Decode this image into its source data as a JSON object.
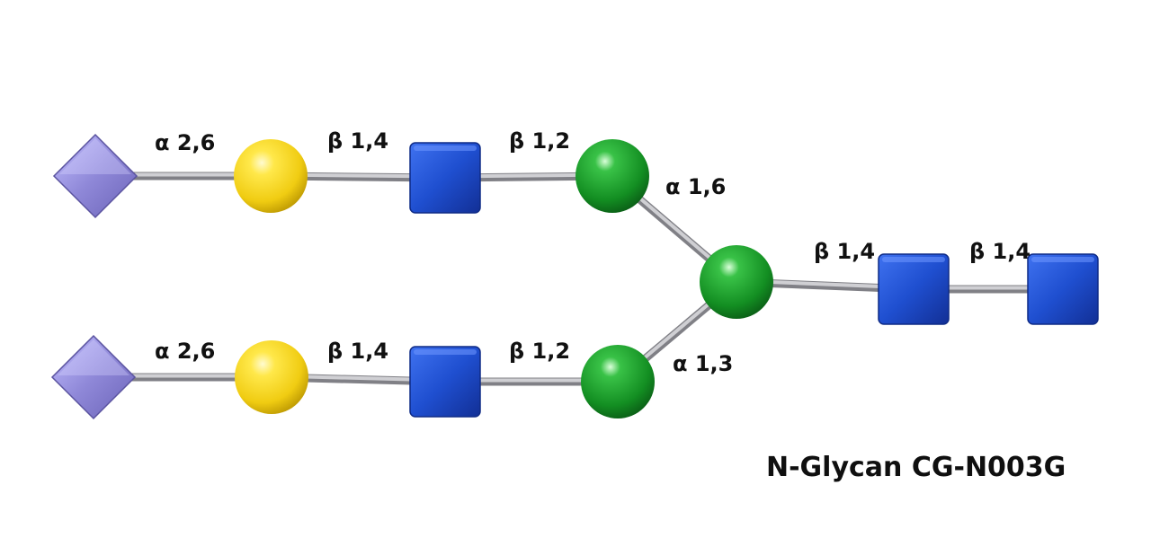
{
  "caption": "N-Glycan CG-N003G",
  "colors": {
    "sialic_acid": "#8f88d8",
    "galactose": "#f2d21e",
    "glcnac": "#1f4fd0",
    "mannose": "#1a9a2a",
    "bond": "#b4b4b8",
    "text": "#111111"
  },
  "residues": [
    {
      "type": "sialic-acid",
      "shape": "diamond",
      "branch": "upper"
    },
    {
      "type": "galactose",
      "shape": "circle",
      "branch": "upper"
    },
    {
      "type": "glcnac",
      "shape": "square",
      "branch": "upper"
    },
    {
      "type": "mannose",
      "shape": "circle",
      "branch": "upper"
    },
    {
      "type": "sialic-acid",
      "shape": "diamond",
      "branch": "lower"
    },
    {
      "type": "galactose",
      "shape": "circle",
      "branch": "lower"
    },
    {
      "type": "glcnac",
      "shape": "square",
      "branch": "lower"
    },
    {
      "type": "mannose",
      "shape": "circle",
      "branch": "lower"
    },
    {
      "type": "mannose",
      "shape": "circle",
      "branch": "core"
    },
    {
      "type": "glcnac",
      "shape": "square",
      "branch": "core"
    },
    {
      "type": "glcnac",
      "shape": "square",
      "branch": "core"
    }
  ],
  "links": [
    {
      "from": 0,
      "to": 1,
      "label": "α 2,6"
    },
    {
      "from": 1,
      "to": 2,
      "label": "β 1,4"
    },
    {
      "from": 2,
      "to": 3,
      "label": "β 1,2"
    },
    {
      "from": 3,
      "to": 8,
      "label": "α 1,6"
    },
    {
      "from": 4,
      "to": 5,
      "label": "α 2,6"
    },
    {
      "from": 5,
      "to": 6,
      "label": "β 1,4"
    },
    {
      "from": 6,
      "to": 7,
      "label": "β 1,2"
    },
    {
      "from": 7,
      "to": 8,
      "label": "α 1,3"
    },
    {
      "from": 8,
      "to": 9,
      "label": "β 1,4"
    },
    {
      "from": 9,
      "to": 10,
      "label": "β 1,4"
    }
  ]
}
